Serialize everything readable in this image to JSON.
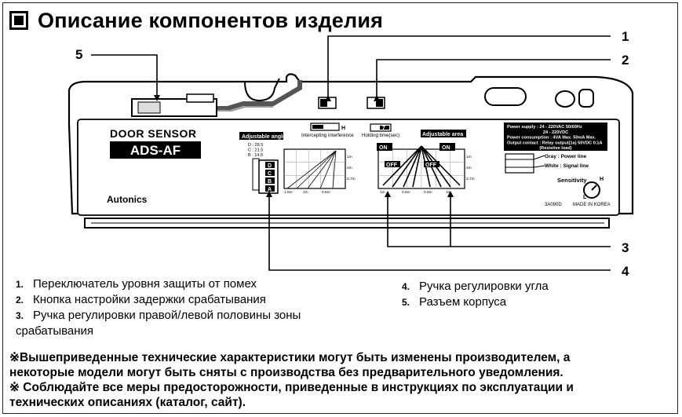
{
  "section": {
    "title": "Описание компонентов изделия"
  },
  "device": {
    "model_label": "DOOR SENSOR",
    "model": "ADS-AF",
    "brand": "Autonics",
    "adj_angle_label": "Adjustable angle",
    "angle_positions": [
      "D : 28.5",
      "C : 21.5",
      "B : 14.5"
    ],
    "angle_letters": [
      "D",
      "C",
      "B",
      "A"
    ],
    "interf_label": "Intercepting interference",
    "interf_switch": "H",
    "holding_label": "Holding time(sec)",
    "holding_switch": "7",
    "adj_area_label": "Adjustable area",
    "on_label": "ON",
    "off_label": "OFF",
    "graph_left_y": [
      "1m",
      "2m",
      "2.7m"
    ],
    "graph_left_x": [
      "1.5m",
      "1m",
      "0.5m"
    ],
    "graph_right_y": [
      "1m",
      "2m",
      "2.7m"
    ],
    "graph_right_x": [
      "1m",
      "0.5m",
      "0.5m",
      "1m"
    ],
    "spec_lines": [
      "Power supply : 24 - 220VAC 50/60Hz",
      "24 - 220VDC",
      "Power consumption : 4VA Max. 50mA Max.",
      "Output contact : Relay output(1a) 50VDC 0.1A",
      "(Resistive load)"
    ],
    "wire_gray": "Gray : Power line",
    "wire_white": "White : Signal line",
    "sensitivity_label": "Sensitivity",
    "sens_h": "H",
    "sens_l": "L",
    "code": "3A090D",
    "made_in": "MADE IN KOREA"
  },
  "callouts": [
    "1",
    "2",
    "3",
    "4",
    "5"
  ],
  "items_left": [
    {
      "num": "1.",
      "text": "Переключатель уровня защиты от помех"
    },
    {
      "num": "2.",
      "text": "Кнопка настройки задержки срабатывания"
    },
    {
      "num": "3.",
      "text": "Ручка регулировки правой/левой половины зоны",
      "cont": "срабатывания"
    }
  ],
  "items_right": [
    {
      "num": "4.",
      "text": "Ручка регулировки угла"
    },
    {
      "num": "5.",
      "text": "Разъем корпуса"
    }
  ],
  "notes": [
    "※Вышеприведенные технические характеристики могут быть изменены производителем, а",
    "некоторые модели могут быть сняты с производства без предварительного уведомления.",
    "※ Соблюдайте все меры предосторожности, приведенные в инструкциях по эксплуатации и",
    "технических описаниях (каталог, сайт)."
  ]
}
